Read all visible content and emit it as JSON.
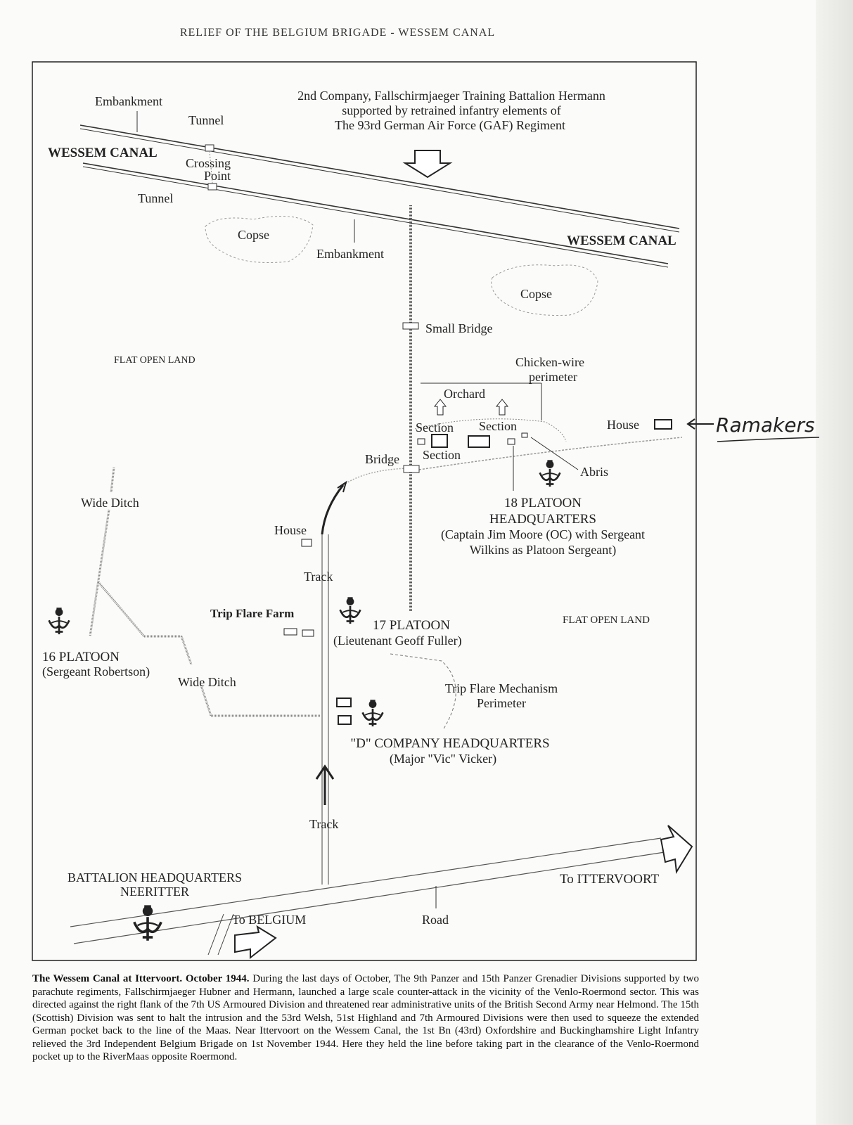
{
  "header": "RELIEF OF THE BELGIUM BRIGADE - WESSEM CANAL",
  "map": {
    "company_title_1": "2nd Company, Fallschirmjaeger Training Battalion Hermann",
    "company_title_2": "supported by retrained infantry elements of",
    "company_title_3": "The 93rd German Air Force (GAF) Regiment",
    "embankment_top": "Embankment",
    "tunnel_top": "Tunnel",
    "wessem_canal_left": "WESSEM CANAL",
    "crossing_point_1": "Crossing",
    "crossing_point_2": "Point",
    "tunnel_bottom": "Tunnel",
    "copse_left": "Copse",
    "embankment_mid": "Embankment",
    "wessem_canal_right": "WESSEM CANAL",
    "copse_right": "Copse",
    "small_bridge": "Small Bridge",
    "flat_open_land_left": "FLAT OPEN LAND",
    "chicken_wire_1": "Chicken-wire",
    "chicken_wire_2": "perimeter",
    "orchard": "Orchard",
    "section_1": "Section",
    "section_2": "Section",
    "section_3": "Section",
    "house_right": "House",
    "ramakers": "Ramakers",
    "bridge": "Bridge",
    "abris": "Abris",
    "platoon18_1": "18 PLATOON",
    "platoon18_2": "HEADQUARTERS",
    "platoon18_3": "(Captain Jim Moore (OC) with Sergeant",
    "platoon18_4": "Wilkins as Platoon Sergeant)",
    "wide_ditch_top": "Wide Ditch",
    "house_mid": "House",
    "track_top": "Track",
    "trip_flare_farm": "Trip Flare Farm",
    "platoon17_1": "17 PLATOON",
    "platoon17_2": "(Lieutenant Geoff Fuller)",
    "flat_open_land_right": "FLAT OPEN LAND",
    "platoon16_1": "16 PLATOON",
    "platoon16_2": "(Sergeant Robertson)",
    "wide_ditch_bottom": "Wide Ditch",
    "trip_flare_mech_1": "Trip Flare Mechanism",
    "trip_flare_mech_2": "Perimeter",
    "d_company_1": "\"D\" COMPANY HEADQUARTERS",
    "d_company_2": "(Major \"Vic\" Vicker)",
    "track_bottom": "Track",
    "battalion_hq_1": "BATTALION HEADQUARTERS",
    "battalion_hq_2": "NEERITTER",
    "to_ittervoort": "To ITTERVOORT",
    "to_belgium": "To BELGIUM",
    "road": "Road"
  },
  "caption": {
    "bold": "The Wessem Canal at Ittervoort. October 1944.",
    "text": " During the last days of October, The 9th Panzer and 15th Panzer Grenadier Divisions supported by two parachute regiments, Fallschirmjaeger Hubner and Hermann, launched a large scale counter-attack in the vicinity of the Venlo-Roermond sector. This was directed against the right flank of the 7th US Armoured Division and threatened rear administrative units of the British Second Army near Helmond. The 15th (Scottish) Division was sent to halt the intrusion and the 53rd Welsh, 51st Highland and 7th Armoured Divisions were then used to squeeze the extended German pocket back to the line of the Maas. Near Ittervoort on the Wessem Canal, the 1st Bn (43rd) Oxfordshire and Buckinghamshire Light Infantry relieved the 3rd Independent Belgium Brigade on 1st November 1944. Here they held the line before taking part in the clearance of the Venlo-Roermond pocket up to the RiverMaas opposite Roermond."
  }
}
